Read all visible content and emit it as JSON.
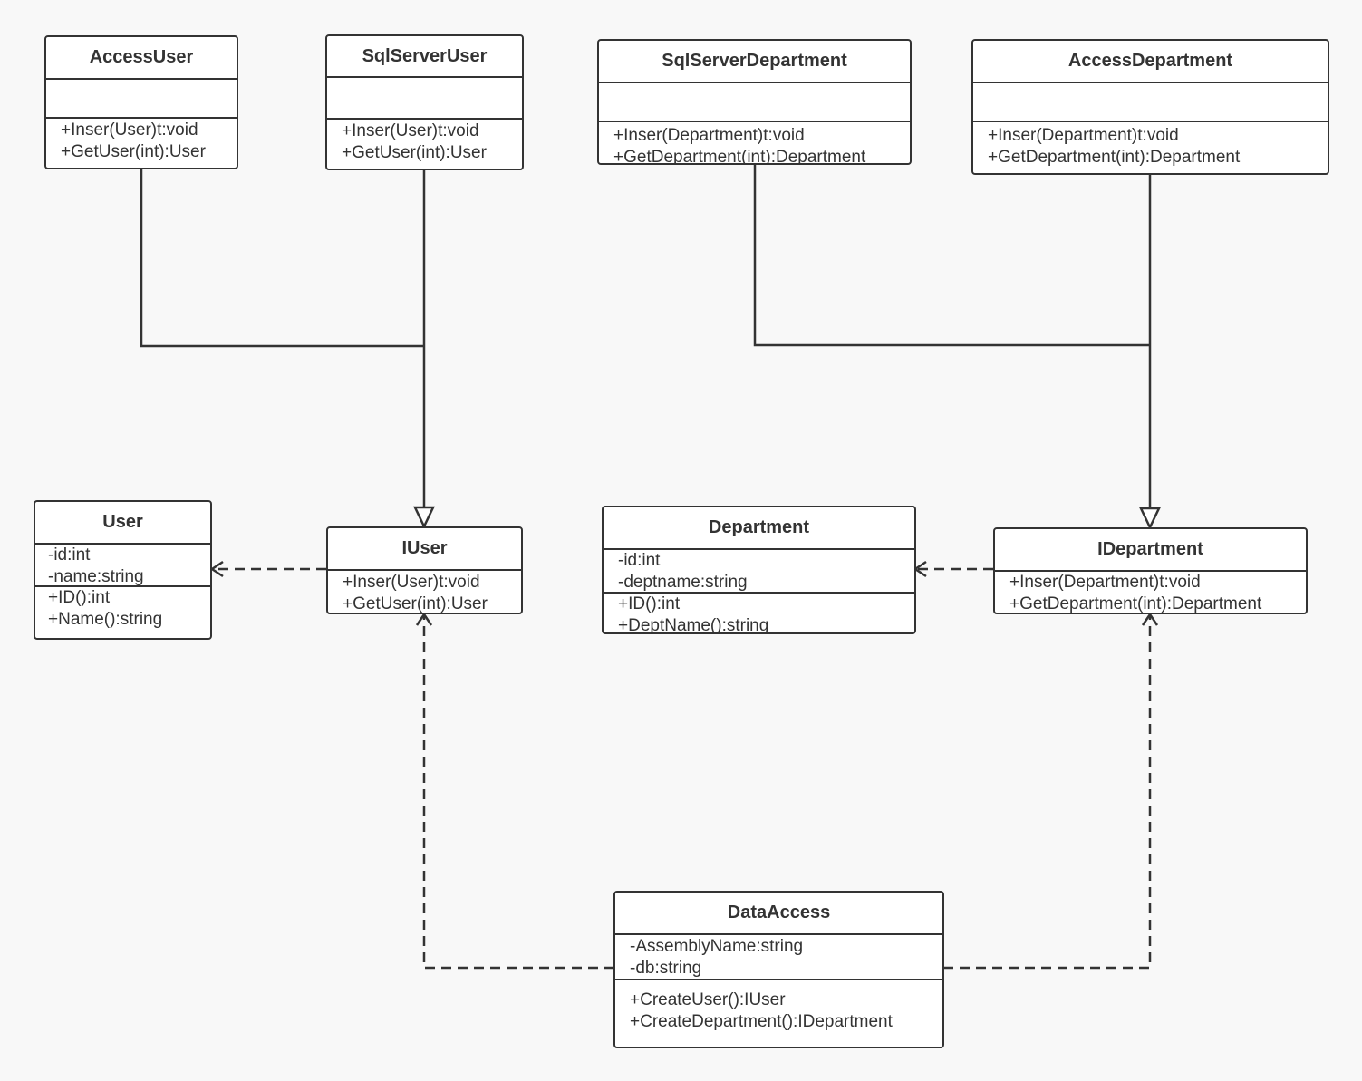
{
  "colors": {
    "background": "#f8f8f8",
    "stroke": "#333333",
    "box": "#ffffff"
  },
  "classes": {
    "access_user": {
      "name": "AccessUser",
      "attributes": [],
      "methods": [
        "+Inser(User)t:void",
        "+GetUser(int):User"
      ]
    },
    "sqlserver_user": {
      "name": "SqlServerUser",
      "attributes": [],
      "methods": [
        "+Inser(User)t:void",
        "+GetUser(int):User"
      ]
    },
    "sqlserver_department": {
      "name": "SqlServerDepartment",
      "attributes": [],
      "methods": [
        "+Inser(Department)t:void",
        "+GetDepartment(int):Department"
      ]
    },
    "access_department": {
      "name": "AccessDepartment",
      "attributes": [],
      "methods": [
        "+Inser(Department)t:void",
        "+GetDepartment(int):Department"
      ]
    },
    "user": {
      "name": "User",
      "attributes": [
        "-id:int",
        "-name:string"
      ],
      "methods": [
        "+ID():int",
        "+Name():string"
      ]
    },
    "iuser": {
      "name": "IUser",
      "methods": [
        "+Inser(User)t:void",
        "+GetUser(int):User"
      ]
    },
    "department": {
      "name": "Department",
      "attributes": [
        "-id:int",
        "-deptname:string"
      ],
      "methods": [
        "+ID():int",
        "+DeptName():string"
      ]
    },
    "idepartment": {
      "name": "IDepartment",
      "methods": [
        "+Inser(Department)t:void",
        "+GetDepartment(int):Department"
      ]
    },
    "data_access": {
      "name": "DataAccess",
      "attributes": [
        "-AssemblyName:string",
        "-db:string"
      ],
      "methods": [
        "+CreateUser():IUser",
        "+CreateDepartment():IDepartment"
      ]
    }
  },
  "relations": [
    {
      "from": "AccessUser",
      "to": "IUser",
      "type": "realization"
    },
    {
      "from": "SqlServerUser",
      "to": "IUser",
      "type": "realization"
    },
    {
      "from": "SqlServerDepartment",
      "to": "IDepartment",
      "type": "realization"
    },
    {
      "from": "AccessDepartment",
      "to": "IDepartment",
      "type": "realization"
    },
    {
      "from": "IUser",
      "to": "User",
      "type": "dependency"
    },
    {
      "from": "IDepartment",
      "to": "Department",
      "type": "dependency"
    },
    {
      "from": "DataAccess",
      "to": "IUser",
      "type": "dependency"
    },
    {
      "from": "DataAccess",
      "to": "IDepartment",
      "type": "dependency"
    }
  ]
}
